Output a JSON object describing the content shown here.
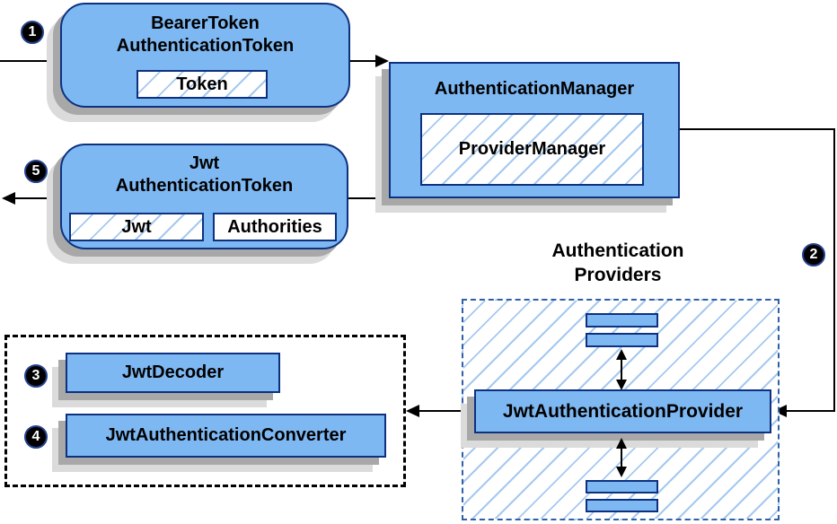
{
  "diagram": {
    "nodes": {
      "bearer_token": {
        "title_line1": "BearerToken",
        "title_line2": "AuthenticationToken",
        "field_token": "Token"
      },
      "authentication_manager": {
        "title": "AuthenticationManager",
        "inner": "ProviderManager"
      },
      "jwt_authentication_token": {
        "title_line1": "Jwt",
        "title_line2": "AuthenticationToken",
        "field_jwt": "Jwt",
        "field_authorities": "Authorities"
      },
      "providers_group": {
        "label_line1": "Authentication",
        "label_line2": "Providers"
      },
      "jwt_authentication_provider": {
        "title": "JwtAuthenticationProvider"
      },
      "jwt_decoder": {
        "title": "JwtDecoder"
      },
      "jwt_authentication_converter": {
        "title": "JwtAuthenticationConverter"
      }
    },
    "markers": {
      "step1": "1",
      "step2": "2",
      "step3": "3",
      "step4": "4",
      "step5": "5"
    },
    "colors": {
      "node_fill": "#7EB8F2",
      "node_border": "#0D3180",
      "hatch_line": "#A5C9F0",
      "shadow_dark": "#A8A8A8",
      "shadow_light": "#DBDBDB",
      "providers_dash_border": "#2F5FA7",
      "decoder_dash_border": "#000000",
      "connector": "#000000",
      "marker_bg": "#000000",
      "marker_fg": "#FFFFFF"
    }
  }
}
